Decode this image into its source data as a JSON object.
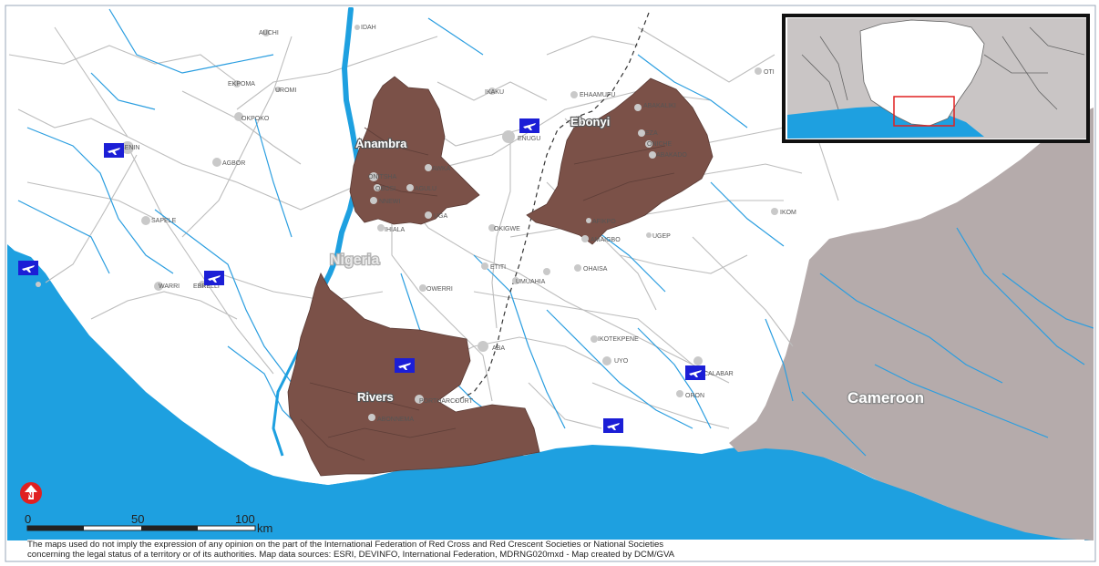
{
  "colors": {
    "sea": "#1ea0e0",
    "land": "#ffffff",
    "neighbor": "#b5abab",
    "affected_state": "#7b5148",
    "river": "#2b9ee0",
    "road": "#bdbdbd",
    "town_dot": "#c9c9c9",
    "airport": "#1b1ed6",
    "north_arrow": "#e02020",
    "inset_highlight": "#e02020"
  },
  "map": {
    "affected_states": [
      "Anambra",
      "Ebonyi",
      "Rivers"
    ],
    "country_labels": [
      "Nigeria",
      "Cameroon"
    ],
    "cities": [
      "AUCHI",
      "IDAH",
      "EKPOMA",
      "UROMI",
      "OKPOKO",
      "BENIN",
      "AGBOR",
      "SAPELE",
      "WARRI",
      "EBRELLI",
      "IKAKU",
      "EHAAMUFU",
      "ABAKALIKI",
      "ENUGU",
      "EZA",
      "ONICHE",
      "ABAKADO",
      "ONITSHA",
      "AWKA",
      "OBOSI",
      "AGULU",
      "NNEWI",
      "UGA",
      "IHIALA",
      "OKIGWE",
      "AFIKPO",
      "AMAIGBO",
      "UGEP",
      "IKOM",
      "OTI",
      "ETITI",
      "OHAISA",
      "UMUAHIA",
      "OWERRI",
      "ABA",
      "IKOTEKPENE",
      "UYO",
      "CALABAR",
      "ORON",
      "PORTHARCOURT",
      "ABONNEMA"
    ],
    "airport_icon": "plane-icon",
    "north_arrow_icon": "north-arrow-icon",
    "inset": {
      "description_icon": "locator-inset-map"
    }
  },
  "scale": {
    "ticks": [
      "0",
      "50",
      "100"
    ],
    "unit": "km"
  },
  "footer": {
    "line1": "The maps used do not imply the expression of any opinion on the part of the International Federation of Red Cross and Red Crescent Societies or National Societies",
    "line2": "concerning the legal status of a territory or of its authorities. Map data sources: ESRI, DEVINFO, International Federation, MDRNG020mxd - Map created by DCM/GVA"
  }
}
